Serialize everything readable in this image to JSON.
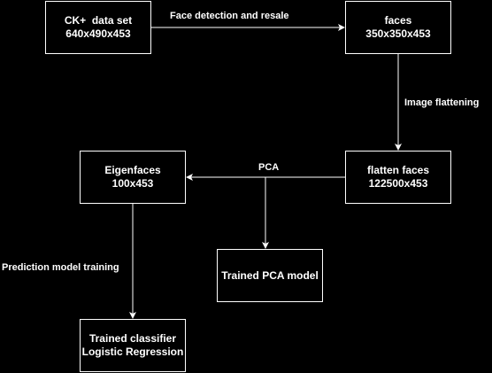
{
  "nodes": {
    "ck": {
      "line1": "CK+  data set",
      "line2": "640x490x453"
    },
    "faces": {
      "line1": "faces",
      "line2": "350x350x453"
    },
    "flatten_faces": {
      "line1": "flatten faces",
      "line2": "122500x453"
    },
    "eigenfaces": {
      "line1": "Eigenfaces",
      "line2": "100x453"
    },
    "pca_model": {
      "line1": "Trained PCA model"
    },
    "classifier": {
      "line1": "Trained classifier",
      "line2": "Logistic Regression"
    }
  },
  "edges": {
    "face_detection": "Face detection and resale",
    "image_flattening": "Image flattening",
    "pca": "PCA",
    "prediction_training": "Prediction model training"
  },
  "colors": {
    "background": "#000000",
    "stroke": "#ffffff",
    "text": "#ffffff"
  }
}
